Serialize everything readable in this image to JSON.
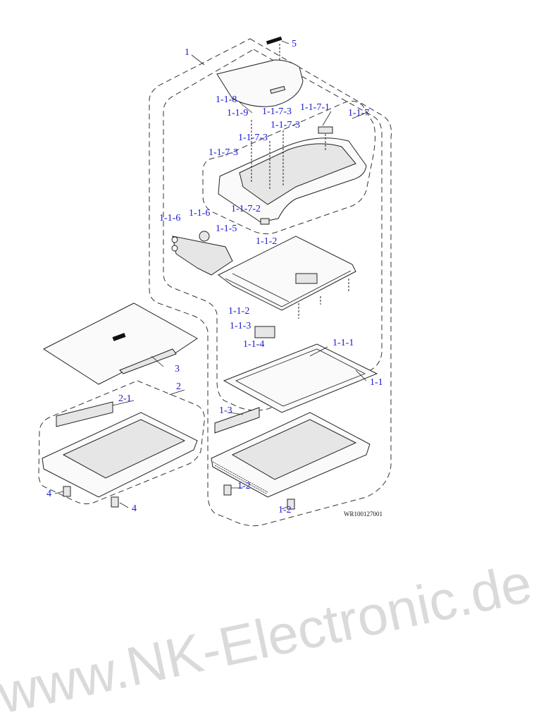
{
  "diagram": {
    "labels": [
      "1",
      "5",
      "1-1-8",
      "1-1-9",
      "1-1-7-3",
      "1-1-7-1",
      "1-1-7",
      "1-1-7-3",
      "1-1-7-3",
      "1-1-7-3",
      "1-1-7-2",
      "1-1-6",
      "1-1-6",
      "1-1-5",
      "1-1-2",
      "1-1-2",
      "1-1-3",
      "1-1-4",
      "1-1-1",
      "1-1",
      "3",
      "2",
      "2-1",
      "1-3",
      "4",
      "4",
      "1-2",
      "1-2"
    ],
    "drawing_code": "WR100127001",
    "watermark": "www.NK-Electronic.de",
    "label_color": "#1a1ad0"
  }
}
